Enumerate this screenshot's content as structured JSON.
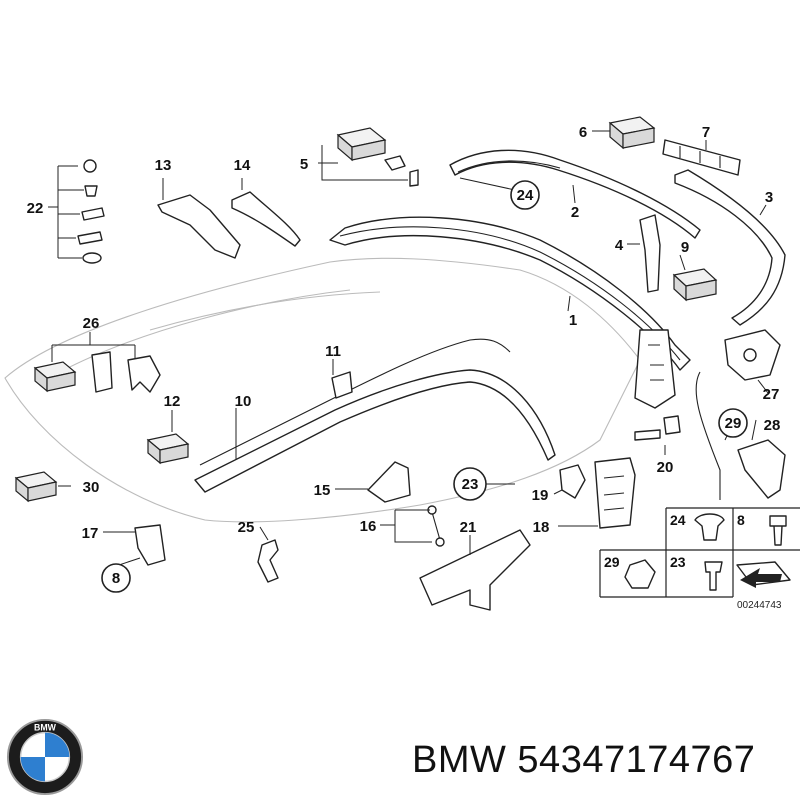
{
  "callouts": {
    "c1": "1",
    "c2": "2",
    "c3": "3",
    "c4": "4",
    "c5": "5",
    "c6": "6",
    "c7": "7",
    "c8": "8",
    "c9": "9",
    "c10": "10",
    "c11": "11",
    "c12": "12",
    "c13": "13",
    "c14": "14",
    "c15": "15",
    "c16": "16",
    "c17": "17",
    "c18": "18",
    "c19": "19",
    "c20": "20",
    "c21": "21",
    "c22": "22",
    "c23": "23",
    "c24": "24",
    "c25": "25",
    "c26": "26",
    "c27": "27",
    "c28": "28",
    "c29": "29",
    "c30": "30",
    "c8_circled": "8",
    "c23_circled": "23",
    "c24_circled": "24",
    "c29_circled": "29"
  },
  "legend_grid": {
    "cell_24": "24",
    "cell_8": "8",
    "cell_29": "29",
    "cell_23": "23"
  },
  "doc_number": "00244743",
  "footer": {
    "brand_part": "BMW 54347174767",
    "logo_letters": "BMW"
  }
}
